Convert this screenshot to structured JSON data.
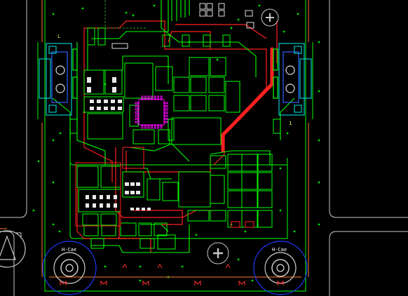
{
  "view": {
    "title": "",
    "colors": {
      "background": "#000000",
      "outline": "#c8c8c8",
      "board_edge": "#00d000",
      "top_copper": "#ff2020",
      "bottom_copper": "#00ff00",
      "silkscreen": "#ffff66",
      "ic_pads": "#ff00ff",
      "mount_ring": "#1e3cff",
      "keepout": "#ff7a30",
      "drill": "#d0d0d0",
      "cyan_parts": "#00c8c8"
    }
  },
  "silk_labels": {
    "hole_left": "H-Cae",
    "hole_right": "H-Cae",
    "conn_left_mark": "L",
    "conn_right_mark": "1"
  },
  "icons": {
    "mount_hole_left": "mounting-hole-icon",
    "mount_hole_right": "mounting-hole-icon",
    "fiducial_top": "fiducial-crosshair-icon",
    "fiducial_bottom": "fiducial-crosshair-icon",
    "connector_left": "side-connector-icon",
    "connector_right": "side-connector-icon",
    "triangle_marker": "warning-triangle-icon"
  }
}
